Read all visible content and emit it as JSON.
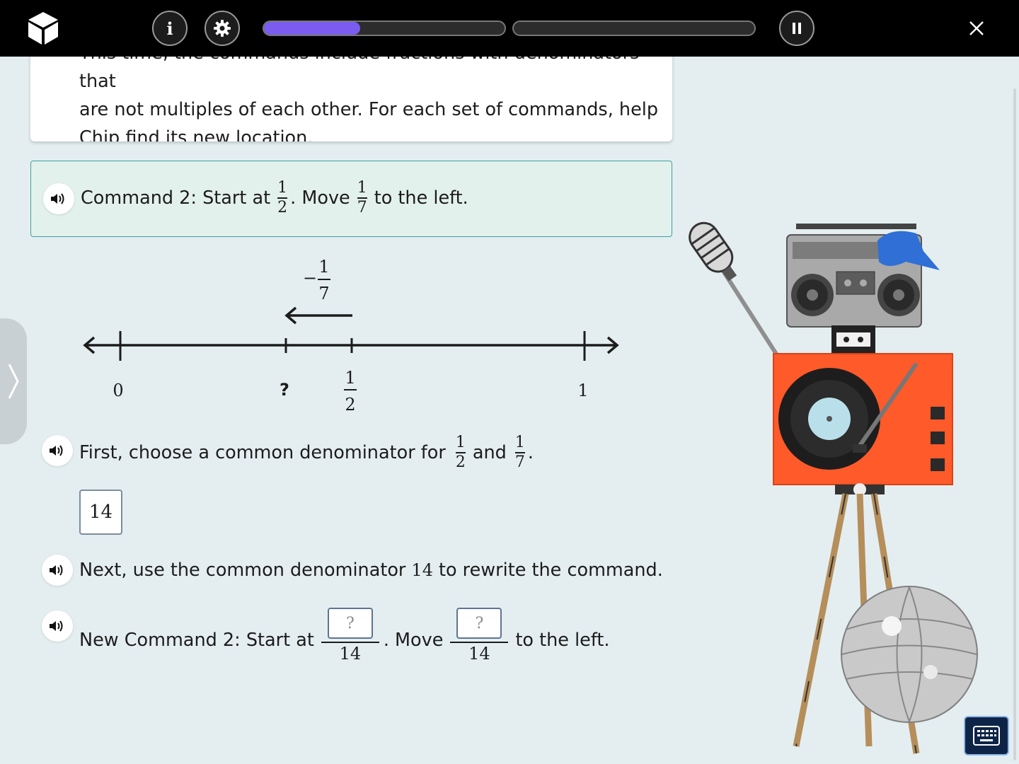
{
  "topbar": {
    "logo_icon": "cube-logo-icon",
    "info_label": "i",
    "settings_icon": "gear-icon",
    "progress": [
      0.4,
      0.0
    ],
    "pause_icon": "pause-icon",
    "close_icon": "close-icon",
    "accent": "#7b5cf0"
  },
  "intro": {
    "line1": "This time, the commands include fractions with denominators that",
    "line2": "are not multiples of each other. For each set of commands, help",
    "line3": "Chip find its new location."
  },
  "command": {
    "prefix": "Command 2: Start at",
    "start": {
      "num": "1",
      "den": "2"
    },
    "mid": ". Move",
    "move": {
      "num": "1",
      "den": "7"
    },
    "suffix": "to the left."
  },
  "number_line": {
    "jump_label": {
      "sign": "−",
      "num": "1",
      "den": "7"
    },
    "labels": {
      "zero": "0",
      "unknown": "?",
      "half_num": "1",
      "half_den": "2",
      "one": "1"
    }
  },
  "step1": {
    "prefix": "First, choose a common denominator for",
    "a": {
      "num": "1",
      "den": "2"
    },
    "conj": "and",
    "b": {
      "num": "1",
      "den": "7"
    },
    "end": ".",
    "answer": "14"
  },
  "step2": {
    "prefix": "Next, use the common denominator",
    "value": "14",
    "suffix": "to rewrite the command."
  },
  "step3": {
    "prefix": "New Command 2: Start at",
    "num1_placeholder": "?",
    "den1": "14",
    "mid": ". Move",
    "num2_placeholder": "?",
    "den2": "14",
    "suffix": "to the left."
  },
  "keyboard_icon": "keyboard-icon"
}
